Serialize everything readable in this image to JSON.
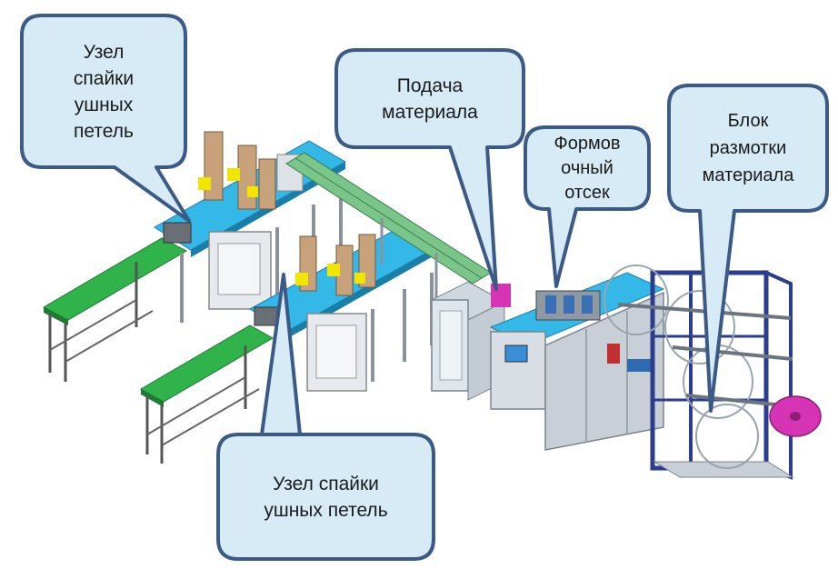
{
  "callouts": {
    "ear_loop_top": {
      "lines": [
        "Узел",
        "спайки",
        "ушных",
        "петель"
      ]
    },
    "material_feed": {
      "lines": [
        "Подача",
        "материала"
      ]
    },
    "forming": {
      "lines": [
        "Формов",
        "очный",
        "отсек"
      ]
    },
    "unwind": {
      "lines": [
        "Блок",
        "размотки",
        "материала"
      ]
    },
    "ear_loop_bottom": {
      "lines": [
        "Узел спайки",
        "ушных петель"
      ]
    }
  },
  "colors": {
    "callout_fill": "#d6ebf5",
    "callout_stroke": "#3b5a86",
    "conveyor_green": "#2fb34a",
    "deck_cyan": "#33b8e8",
    "frame_gray": "#9aa4ae",
    "cabinet_gray": "#c9cfd6",
    "frame_blue": "#2a3d8f",
    "roll_pink": "#d633b5"
  }
}
